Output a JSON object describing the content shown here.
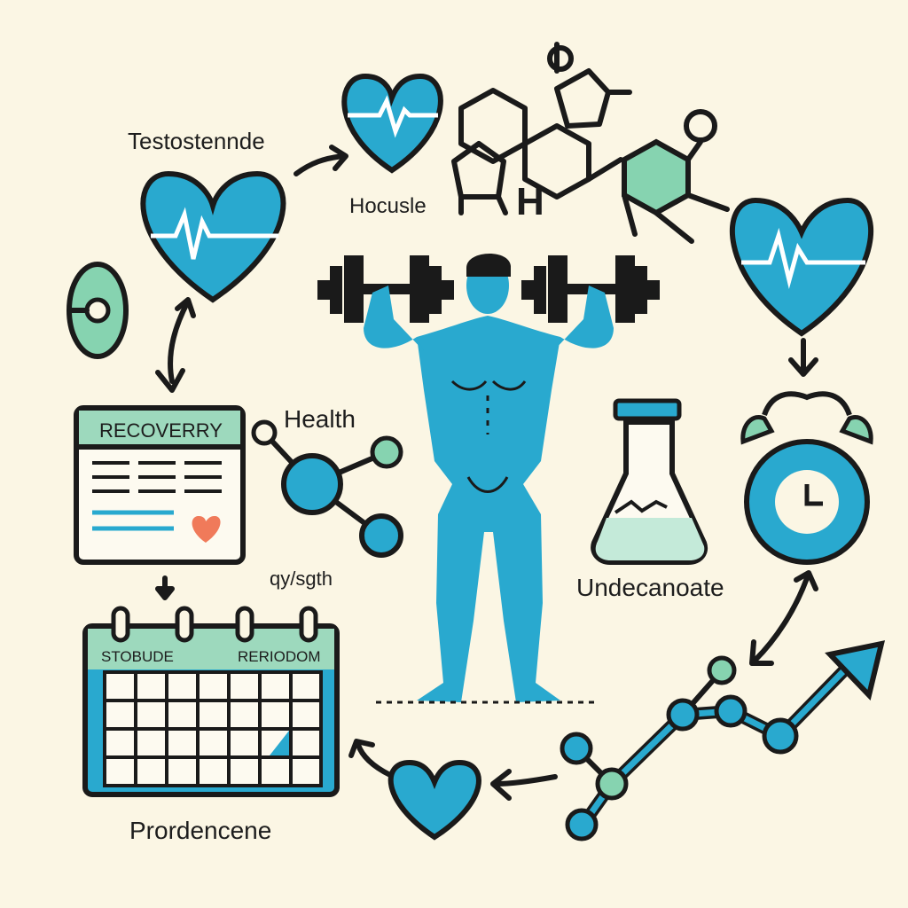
{
  "labels": {
    "testosterone": "Testostennde",
    "hocusle": "Hocusle",
    "h_atom": "H",
    "health": "Health",
    "qysgth": "qy/sgth",
    "undecanoate": "Undecanoate",
    "prordencene": "Prordencene"
  },
  "recovery_card": {
    "title": "RECOVERRY"
  },
  "calendar": {
    "left_header": "STOBUDE",
    "right_header": "RERIODOM"
  },
  "colors": {
    "background": "#fbf6e4",
    "teal": "#29a9cf",
    "mint": "#86d3b0",
    "ink": "#1a1a1a",
    "accent_heart": "#f07a5a"
  },
  "icons": [
    "heartbeat-heart-icon",
    "molecule-icon",
    "dumbbell-icon",
    "flask-icon",
    "alarm-clock-icon",
    "calendar-icon",
    "trend-arrow-icon",
    "heart-icon",
    "network-icon",
    "capsule-icon"
  ]
}
